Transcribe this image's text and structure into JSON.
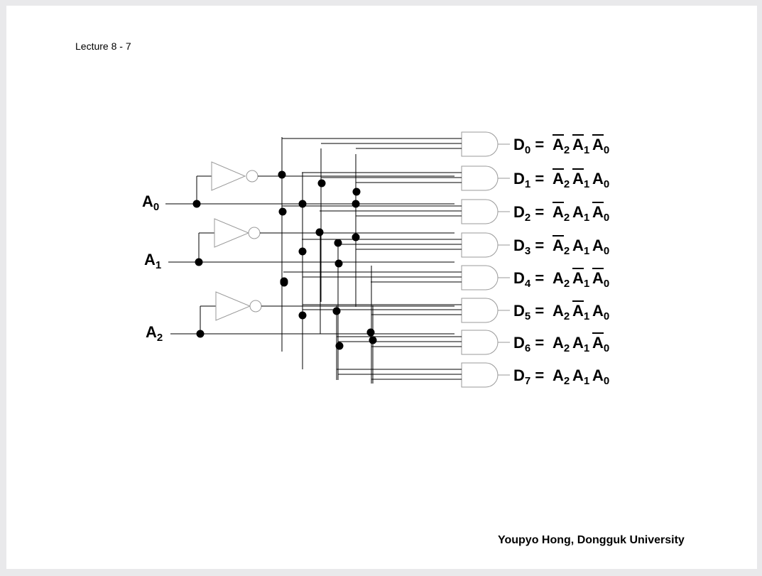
{
  "slide": {
    "header": "Lecture 8 - 7",
    "footer": "Youpyo Hong, Dongguk University"
  },
  "diagram": {
    "inputs": [
      {
        "base": "A",
        "sub": "0"
      },
      {
        "base": "A",
        "sub": "1"
      },
      {
        "base": "A",
        "sub": "2"
      }
    ],
    "outputs": [
      {
        "base": "D",
        "sub": "0",
        "eq": "=",
        "terms": [
          {
            "sub": "2",
            "bar": true
          },
          {
            "sub": "1",
            "bar": true
          },
          {
            "sub": "0",
            "bar": true
          }
        ]
      },
      {
        "base": "D",
        "sub": "1",
        "eq": "=",
        "terms": [
          {
            "sub": "2",
            "bar": true
          },
          {
            "sub": "1",
            "bar": true
          },
          {
            "sub": "0",
            "bar": false
          }
        ]
      },
      {
        "base": "D",
        "sub": "2",
        "eq": "=",
        "terms": [
          {
            "sub": "2",
            "bar": true
          },
          {
            "sub": "1",
            "bar": false
          },
          {
            "sub": "0",
            "bar": true
          }
        ]
      },
      {
        "base": "D",
        "sub": "3",
        "eq": "=",
        "terms": [
          {
            "sub": "2",
            "bar": true
          },
          {
            "sub": "1",
            "bar": false
          },
          {
            "sub": "0",
            "bar": false
          }
        ]
      },
      {
        "base": "D",
        "sub": "4",
        "eq": "=",
        "terms": [
          {
            "sub": "2",
            "bar": false
          },
          {
            "sub": "1",
            "bar": true
          },
          {
            "sub": "0",
            "bar": true
          }
        ]
      },
      {
        "base": "D",
        "sub": "5",
        "eq": "=",
        "terms": [
          {
            "sub": "2",
            "bar": false
          },
          {
            "sub": "1",
            "bar": true
          },
          {
            "sub": "0",
            "bar": false
          }
        ]
      },
      {
        "base": "D",
        "sub": "6",
        "eq": "=",
        "terms": [
          {
            "sub": "2",
            "bar": false
          },
          {
            "sub": "1",
            "bar": false
          },
          {
            "sub": "0",
            "bar": true
          }
        ]
      },
      {
        "base": "D",
        "sub": "7",
        "eq": "=",
        "terms": [
          {
            "sub": "2",
            "bar": false
          },
          {
            "sub": "1",
            "bar": false
          },
          {
            "sub": "0",
            "bar": false
          }
        ]
      }
    ],
    "term_base": "A",
    "colors": {
      "wire": "#000000",
      "gate": "#9a9a9a",
      "slide": "#ffffff",
      "background": "#e9e9eb"
    }
  }
}
